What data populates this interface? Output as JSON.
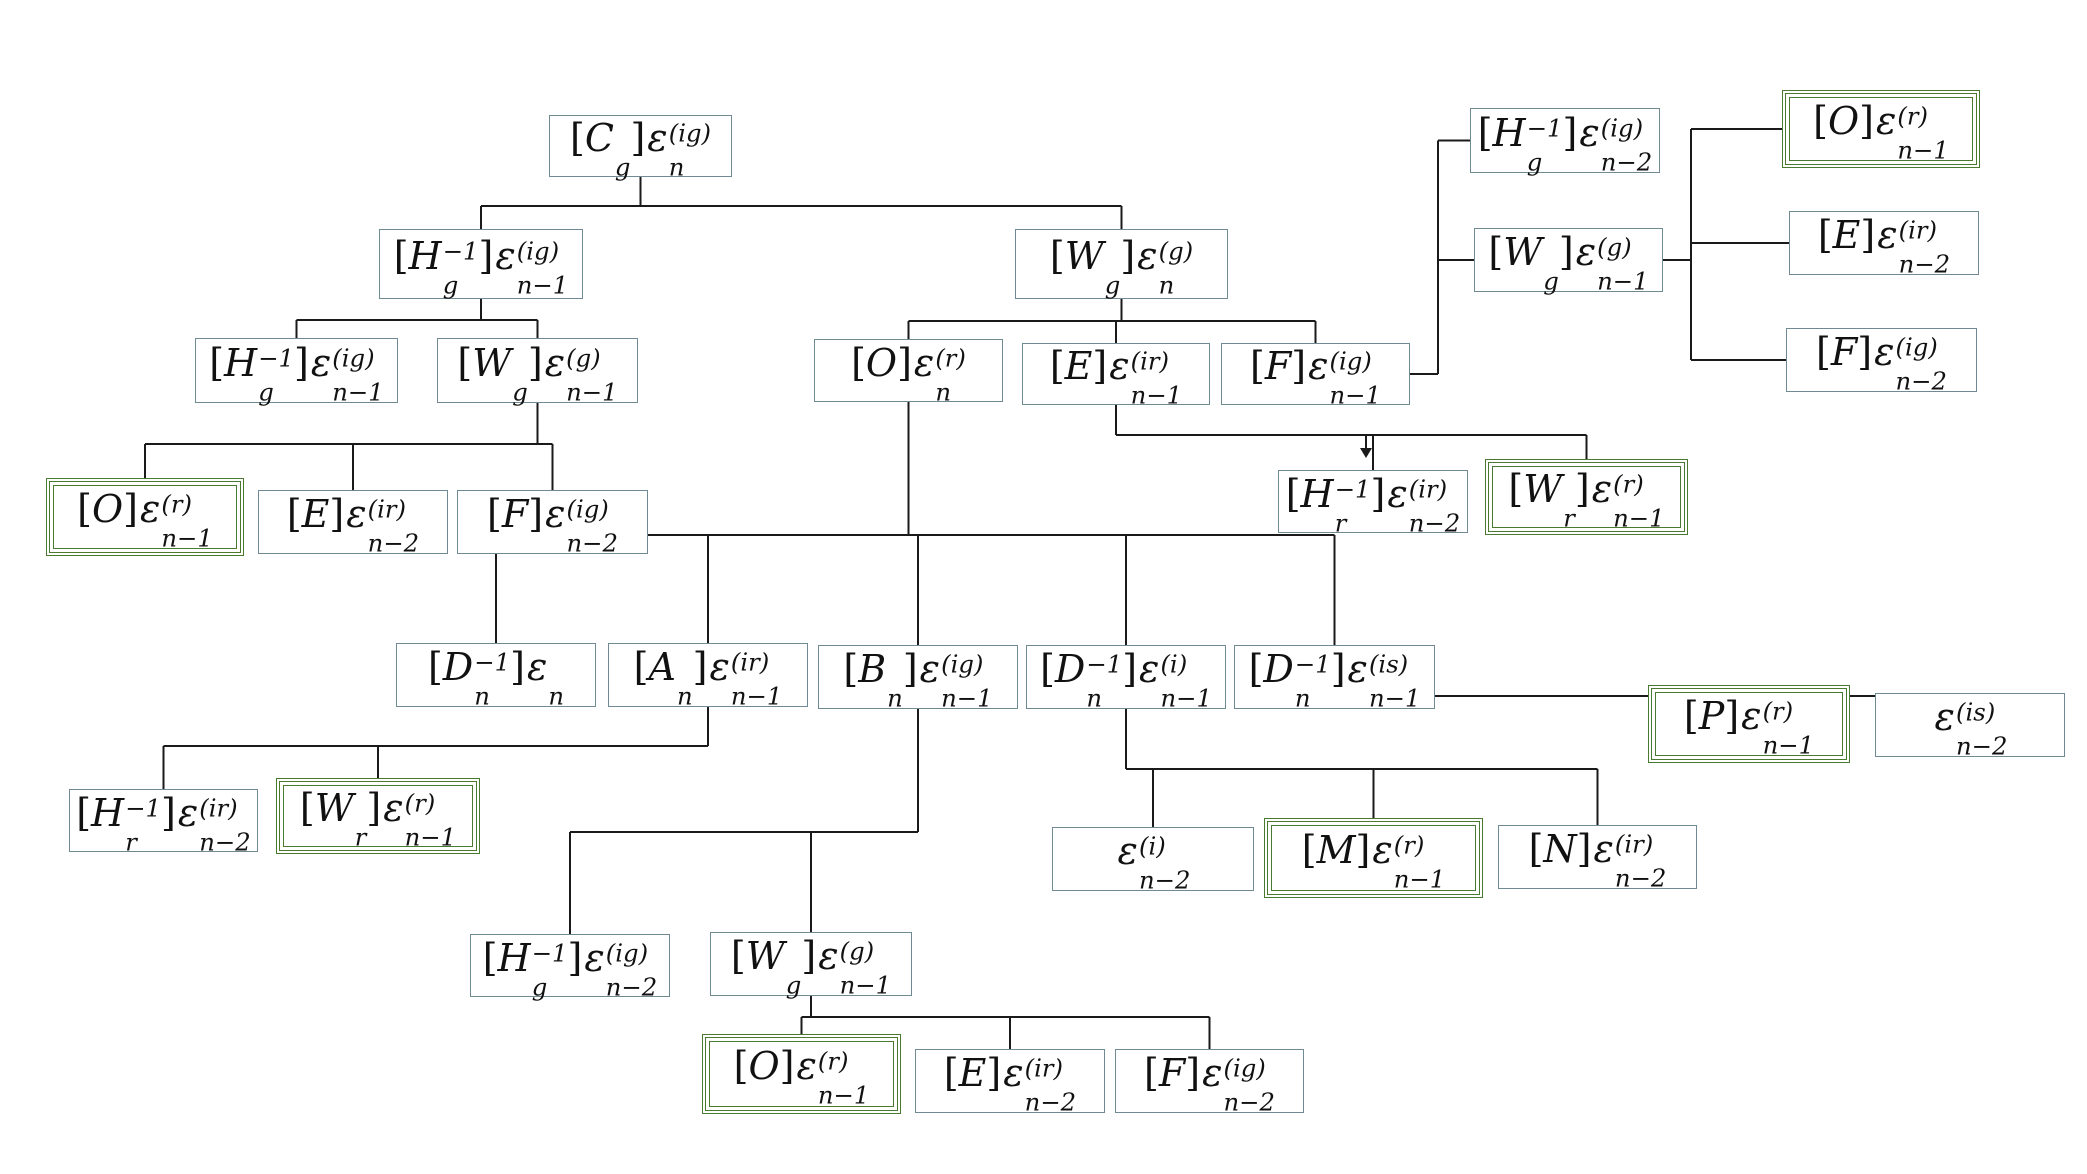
{
  "nodes": [
    {
      "id": "n1",
      "coef": "C",
      "coef_sub": "g",
      "inv": false,
      "eps_sup": "(ig)",
      "eps_sub": "n",
      "highlight": false
    },
    {
      "id": "n2",
      "coef": "H",
      "coef_sub": "g",
      "inv": true,
      "eps_sup": "(ig)",
      "eps_sub": "n−1",
      "highlight": false
    },
    {
      "id": "n3",
      "coef": "W",
      "coef_sub": "g",
      "inv": false,
      "eps_sup": "(g)",
      "eps_sub": "n",
      "highlight": false
    },
    {
      "id": "n4",
      "coef": "H",
      "coef_sub": "g",
      "inv": true,
      "eps_sup": "(ig)",
      "eps_sub": "n−1",
      "highlight": false
    },
    {
      "id": "n5",
      "coef": "W",
      "coef_sub": "g",
      "inv": false,
      "eps_sup": "(g)",
      "eps_sub": "n−1",
      "highlight": false
    },
    {
      "id": "n6",
      "coef": "O",
      "coef_sub": "",
      "inv": false,
      "eps_sup": "(r)",
      "eps_sub": "n−1",
      "highlight": true
    },
    {
      "id": "n7",
      "coef": "E",
      "coef_sub": "",
      "inv": false,
      "eps_sup": "(ir)",
      "eps_sub": "n−2",
      "highlight": false
    },
    {
      "id": "n8",
      "coef": "F",
      "coef_sub": "",
      "inv": false,
      "eps_sup": "(ig)",
      "eps_sub": "n−2",
      "highlight": false
    },
    {
      "id": "n9",
      "coef": "O",
      "coef_sub": "",
      "inv": false,
      "eps_sup": "(r)",
      "eps_sub": "n",
      "highlight": false
    },
    {
      "id": "n10",
      "coef": "E",
      "coef_sub": "",
      "inv": false,
      "eps_sup": "(ir)",
      "eps_sub": "n−1",
      "highlight": false
    },
    {
      "id": "n11",
      "coef": "F",
      "coef_sub": "",
      "inv": false,
      "eps_sup": "(ig)",
      "eps_sub": "n−1",
      "highlight": false
    },
    {
      "id": "n12",
      "coef": "H",
      "coef_sub": "g",
      "inv": true,
      "eps_sup": "(ig)",
      "eps_sub": "n−2",
      "highlight": false
    },
    {
      "id": "n13",
      "coef": "W",
      "coef_sub": "g",
      "inv": false,
      "eps_sup": "(g)",
      "eps_sub": "n−1",
      "highlight": false
    },
    {
      "id": "n14",
      "coef": "O",
      "coef_sub": "",
      "inv": false,
      "eps_sup": "(r)",
      "eps_sub": "n−1",
      "highlight": true
    },
    {
      "id": "n15",
      "coef": "E",
      "coef_sub": "",
      "inv": false,
      "eps_sup": "(ir)",
      "eps_sub": "n−2",
      "highlight": false
    },
    {
      "id": "n16",
      "coef": "F",
      "coef_sub": "",
      "inv": false,
      "eps_sup": "(ig)",
      "eps_sub": "n−2",
      "highlight": false
    },
    {
      "id": "n17",
      "coef": "H",
      "coef_sub": "r",
      "inv": true,
      "eps_sup": "(ir)",
      "eps_sub": "n−2",
      "highlight": false
    },
    {
      "id": "n18",
      "coef": "W",
      "coef_sub": "r",
      "inv": false,
      "eps_sup": "(r)",
      "eps_sub": "n−1",
      "highlight": true
    },
    {
      "id": "n19",
      "coef": "D",
      "coef_sub": "n",
      "inv": true,
      "eps_sup": "",
      "eps_sub": "n",
      "highlight": false
    },
    {
      "id": "n20",
      "coef": "A",
      "coef_sub": "n",
      "inv": false,
      "eps_sup": "(ir)",
      "eps_sub": "n−1",
      "highlight": false
    },
    {
      "id": "n21",
      "coef": "B",
      "coef_sub": "n",
      "inv": false,
      "eps_sup": "(ig)",
      "eps_sub": "n−1",
      "highlight": false
    },
    {
      "id": "n22",
      "coef": "D",
      "coef_sub": "n",
      "inv": true,
      "eps_sup": "(i)",
      "eps_sub": "n−1",
      "highlight": false
    },
    {
      "id": "n23",
      "coef": "D",
      "coef_sub": "n",
      "inv": true,
      "eps_sup": "(is)",
      "eps_sub": "n−1",
      "highlight": false
    },
    {
      "id": "n24",
      "coef": "P",
      "coef_sub": "",
      "inv": false,
      "eps_sup": "(r)",
      "eps_sub": "n−1",
      "highlight": true
    },
    {
      "id": "n25",
      "coef": "",
      "coef_sub": "",
      "inv": false,
      "eps_sup": "(is)",
      "eps_sub": "n−2",
      "highlight": false
    },
    {
      "id": "n26",
      "coef": "H",
      "coef_sub": "r",
      "inv": true,
      "eps_sup": "(ir)",
      "eps_sub": "n−2",
      "highlight": false
    },
    {
      "id": "n27",
      "coef": "W",
      "coef_sub": "r",
      "inv": false,
      "eps_sup": "(r)",
      "eps_sub": "n−1",
      "highlight": true
    },
    {
      "id": "n28",
      "coef": "",
      "coef_sub": "",
      "inv": false,
      "eps_sup": "(i)",
      "eps_sub": "n−2",
      "highlight": false
    },
    {
      "id": "n29",
      "coef": "M",
      "coef_sub": "",
      "inv": false,
      "eps_sup": "(r)",
      "eps_sub": "n−1",
      "highlight": true
    },
    {
      "id": "n30",
      "coef": "N",
      "coef_sub": "",
      "inv": false,
      "eps_sup": "(ir)",
      "eps_sub": "n−2",
      "highlight": false
    },
    {
      "id": "n31",
      "coef": "H",
      "coef_sub": "g",
      "inv": true,
      "eps_sup": "(ig)",
      "eps_sub": "n−2",
      "highlight": false
    },
    {
      "id": "n32",
      "coef": "W",
      "coef_sub": "g",
      "inv": false,
      "eps_sup": "(g)",
      "eps_sub": "n−1",
      "highlight": false
    },
    {
      "id": "n33",
      "coef": "O",
      "coef_sub": "",
      "inv": false,
      "eps_sup": "(r)",
      "eps_sub": "n−1",
      "highlight": true
    },
    {
      "id": "n34",
      "coef": "E",
      "coef_sub": "",
      "inv": false,
      "eps_sup": "(ir)",
      "eps_sub": "n−2",
      "highlight": false
    },
    {
      "id": "n35",
      "coef": "F",
      "coef_sub": "",
      "inv": false,
      "eps_sup": "(ig)",
      "eps_sub": "n−2",
      "highlight": false
    }
  ],
  "edges": [
    [
      "n1",
      "n2"
    ],
    [
      "n1",
      "n3"
    ],
    [
      "n2",
      "n4"
    ],
    [
      "n2",
      "n5"
    ],
    [
      "n5",
      "n6"
    ],
    [
      "n5",
      "n7"
    ],
    [
      "n5",
      "n8"
    ],
    [
      "n3",
      "n9"
    ],
    [
      "n3",
      "n10"
    ],
    [
      "n3",
      "n11"
    ],
    [
      "n11",
      "n12"
    ],
    [
      "n11",
      "n13"
    ],
    [
      "n13",
      "n14"
    ],
    [
      "n13",
      "n15"
    ],
    [
      "n13",
      "n16"
    ],
    [
      "n10",
      "n17"
    ],
    [
      "n10",
      "n18"
    ],
    [
      "n9",
      "n19"
    ],
    [
      "n9",
      "n20"
    ],
    [
      "n9",
      "n21"
    ],
    [
      "n9",
      "n22"
    ],
    [
      "n9",
      "n23"
    ],
    [
      "n23",
      "n24"
    ],
    [
      "n23",
      "n25"
    ],
    [
      "n20",
      "n26"
    ],
    [
      "n20",
      "n27"
    ],
    [
      "n22",
      "n28"
    ],
    [
      "n22",
      "n29"
    ],
    [
      "n22",
      "n30"
    ],
    [
      "n21",
      "n31"
    ],
    [
      "n21",
      "n32"
    ],
    [
      "n32",
      "n33"
    ],
    [
      "n32",
      "n34"
    ],
    [
      "n32",
      "n35"
    ]
  ],
  "colors": {
    "line": "#1a1a1a",
    "box_border": "#6f8a93",
    "highlight": "#4a7a30"
  }
}
